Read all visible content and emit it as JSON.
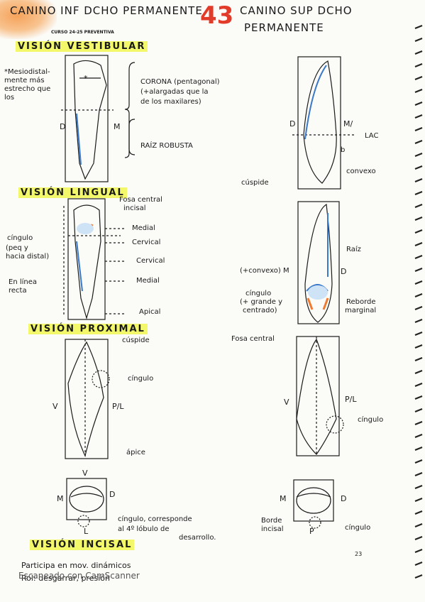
{
  "header": {
    "left_title": "CANINO INF DCHO PERMANENTE",
    "course": "CURSO 24-25 PREVENTIVA",
    "number": "43",
    "right_title_line1": "CANINO SUP DCHO",
    "right_title_line2": "PERMANENTE"
  },
  "sections": {
    "vestibular": "VISIÓN VESTIBULAR",
    "lingual": "VISIÓN LINGUAL",
    "proximal": "VISIÓN PROXIMAL",
    "incisal": "VISIÓN INCISAL"
  },
  "vestibular": {
    "note": [
      "*Mesiodistal-",
      "mente más",
      "estrecho que",
      "los"
    ],
    "corona": [
      "CORONA (pentagonal)",
      "(+alargadas que la",
      "de los maxilares)"
    ],
    "raiz": "RAÍZ ROBUSTA",
    "d": "D",
    "m": "M",
    "x": "*"
  },
  "upper_right": {
    "d": "D",
    "m": "M/",
    "lac": "LAC",
    "b": "b",
    "convexo": "convexo",
    "cuspide": "cúspide"
  },
  "lingual": {
    "fosa": [
      "Fosa central",
      "incisal"
    ],
    "cingulo": [
      "cíngulo",
      "(peq y",
      "hacia distal)"
    ],
    "linea": [
      "En línea",
      "recta"
    ],
    "labels": [
      "Medial",
      "Cervical",
      "Cervical",
      "Medial",
      "Apical"
    ]
  },
  "lingual_right": {
    "raiz": "Raíz",
    "m": "(+convexo) M",
    "d": "D",
    "cingulo": [
      "cíngulo",
      "(+ grande y",
      "centrado)"
    ],
    "reborde": [
      "Reborde",
      "marginal"
    ],
    "fosa": "Fosa central"
  },
  "proximal": {
    "cuspide": "cúspide",
    "cingulo": "cíngulo",
    "v": "V",
    "pl": "P/L",
    "apice": "ápice"
  },
  "proximal_right": {
    "v": "V",
    "pl": "P/L",
    "cingulo": "cíngulo"
  },
  "incisal_left": {
    "v": "V",
    "m": "M",
    "d": "D",
    "l": "L",
    "note": [
      "cíngulo, corresponde",
      "al 4º lóbulo de",
      "desarrollo."
    ]
  },
  "incisal_right": {
    "m": "M",
    "d": "D",
    "p": "P",
    "borde": [
      "Borde",
      "incisal"
    ],
    "cingulo": "cíngulo"
  },
  "incisal_notes": [
    "Participa en mov. dinámicos",
    "Rol: desgarrar, presión"
  ],
  "footer": {
    "scanner": "Escaneado con CamScanner",
    "page": "23"
  },
  "colors": {
    "highlight": "#f2f86a",
    "blue": "#3a78c8",
    "red": "#d0191f",
    "orange": "#f07a30"
  }
}
